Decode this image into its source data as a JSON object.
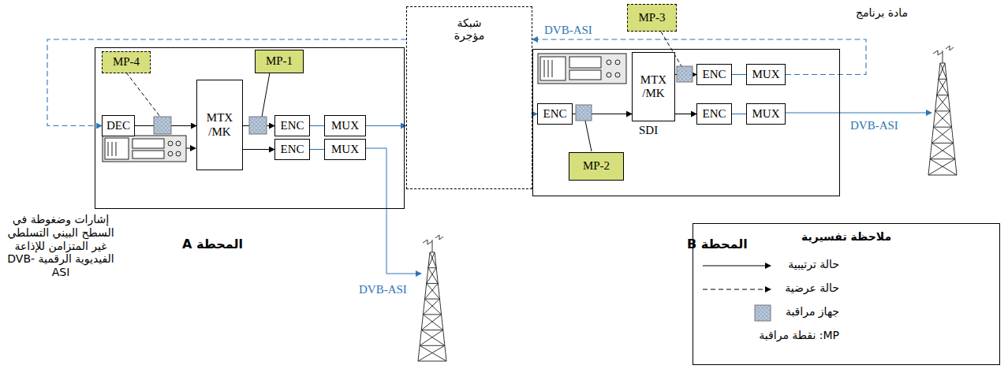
{
  "diagram": {
    "nodes": [
      {
        "text": [
          "المحطة A"
        ]
      },
      {
        "text": [
          "DEC"
        ],
        "in": 0
      },
      {
        "text": [
          "MTX /MK"
        ],
        "in": 0
      },
      {
        "text": [
          "ENC"
        ],
        "in": 0
      },
      {
        "text": [
          "MUX"
        ],
        "in": 0
      },
      {
        "text": [
          "ENC"
        ],
        "in": 0
      },
      {
        "text": [
          "MUX"
        ],
        "in": 0
      },
      {
        "text": [
          "MP-4"
        ],
        "in": 0
      },
      {
        "text": [
          "MP-1"
        ],
        "in": 0
      },
      {
        "text": [
          "شبكة مؤجرة"
        ]
      },
      {
        "text": [
          "المحطة B"
        ]
      },
      {
        "text": [
          "ENC"
        ],
        "in": 10
      },
      {
        "text": [
          "MTX /MK"
        ],
        "in": 10
      },
      {
        "text": [
          "ENC"
        ],
        "in": 10
      },
      {
        "text": [
          "MUX"
        ],
        "in": 10
      },
      {
        "text": [
          "ENC"
        ],
        "in": 10
      },
      {
        "text": [
          "MUX"
        ],
        "in": 10
      },
      {
        "text": [
          "MP-2"
        ],
        "in": 10
      },
      {
        "text": [
          "MP-3"
        ]
      },
      {
        "text": [
          "ملاحظة تفسيرية"
        ]
      }
    ],
    "edges": [
      {
        "from": 1,
        "to": 2,
        "arrow": "to"
      },
      {
        "from": 2,
        "to": 3,
        "arrow": "to"
      },
      {
        "from": 3,
        "to": 4,
        "arrow": "none"
      },
      {
        "from": 4,
        "to": 9,
        "arrow": "to"
      },
      {
        "from": 9,
        "to": 11,
        "arrow": "to"
      },
      {
        "from": 11,
        "to": 12,
        "arrow": "to"
      },
      {
        "from": 12,
        "to": 13,
        "arrow": "to"
      },
      {
        "from": 13,
        "to": 14,
        "arrow": "none"
      },
      {
        "from": 14,
        "to": 9,
        "arrow": "to"
      },
      {
        "from": 9,
        "to": 1,
        "arrow": "to"
      },
      {
        "from": 12,
        "to": 15,
        "arrow": "to"
      },
      {
        "from": 15,
        "to": 16,
        "arrow": "none"
      },
      {
        "from": 2,
        "to": 5,
        "arrow": "to"
      },
      {
        "from": 5,
        "to": 6,
        "arrow": "none"
      }
    ],
    "labels": [
      "DVB-ASI",
      "مادة برنامج",
      "DVB-ASI",
      "DVB-ASI",
      "إشارات وضغوطة في السطح البيني التسلطي غير المتزامن للإذاعة الفيديوية الرقمية DVB-ASI",
      "SDI"
    ],
    "legend": [
      {
        "text": "حالة ترتيبية"
      },
      {
        "text": "حالة عرضية"
      },
      {
        "text": "جهاز مراقبة"
      },
      {
        "text": "MP: نقطة مراقبة"
      }
    ]
  }
}
